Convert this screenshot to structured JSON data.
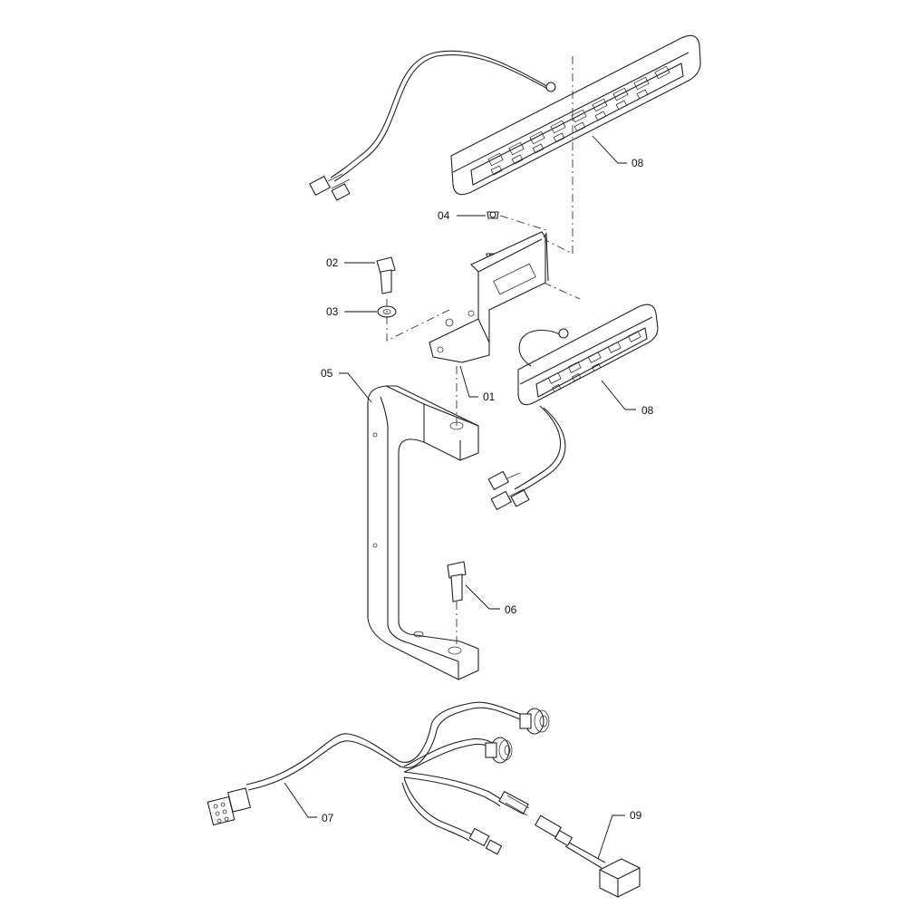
{
  "colors": {
    "line": "#222222",
    "background": "#ffffff"
  },
  "callouts": {
    "c01": "01",
    "c02": "02",
    "c03": "03",
    "c04": "04",
    "c05": "05",
    "c06": "06",
    "c07": "07",
    "c08_top": "08",
    "c08_mid": "08",
    "c09": "09"
  }
}
